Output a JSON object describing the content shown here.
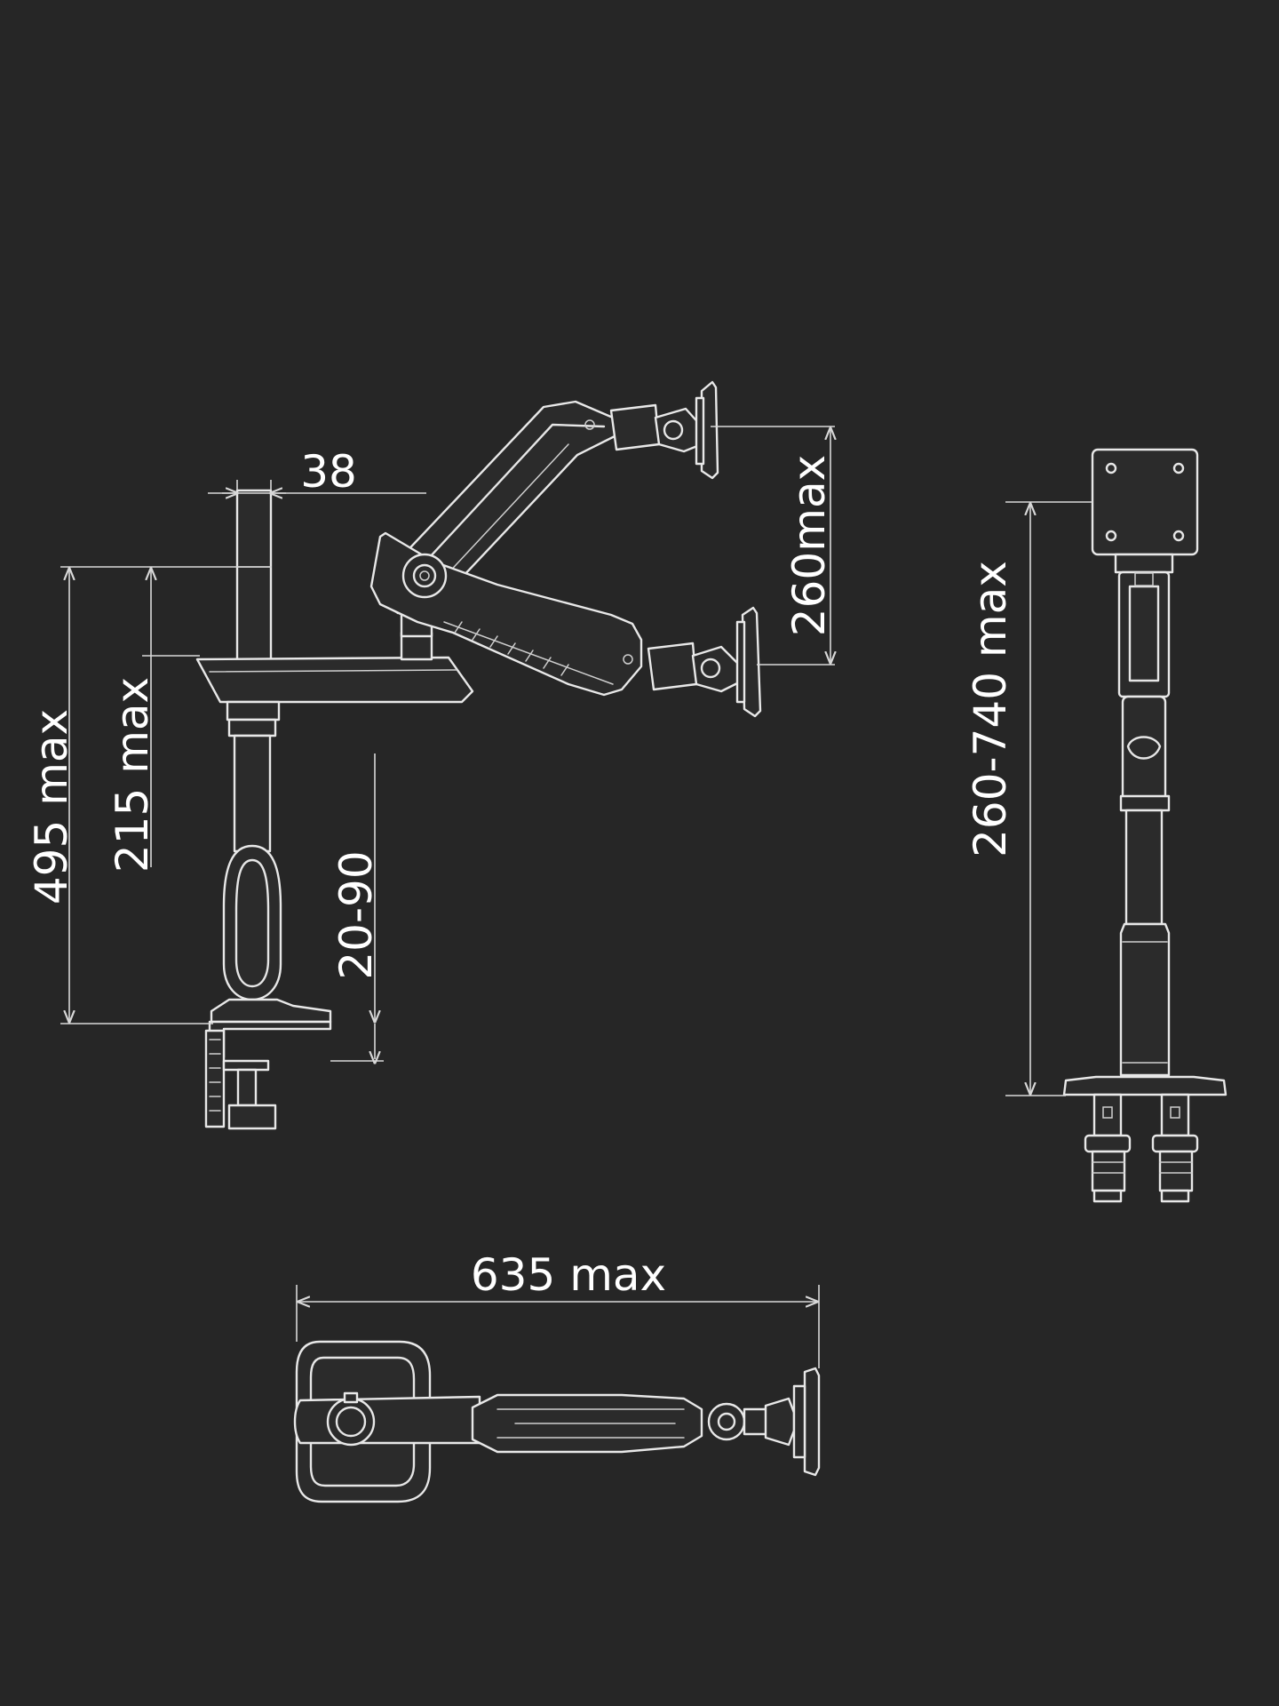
{
  "background_color": "#262626",
  "line_color": "#e6e6e6",
  "dimensions": {
    "stem_diameter": "38",
    "gas_arm_lift": "260max",
    "overall_height": "495 max",
    "pole_height": "215 max",
    "desk_thickness": "20-90",
    "vesa_height": "260-740 max",
    "reach": "635 max"
  }
}
